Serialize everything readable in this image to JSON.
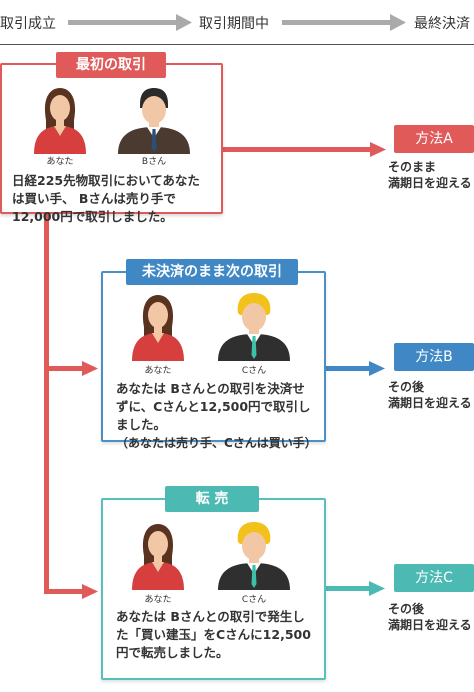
{
  "header": {
    "stages": [
      "取引成立",
      "取引期間中",
      "最終決済"
    ]
  },
  "colors": {
    "red": "#e05a5a",
    "blue": "#3f88c5",
    "teal": "#4cbab3"
  },
  "boxes": {
    "first": {
      "tag": "最初の取引",
      "person_a": "あなた",
      "person_b": "Bさん",
      "text": [
        "日経225先物取引においてあなた",
        "は買い手、 Bさんは売り手で",
        "12,000円で取引しました。"
      ]
    },
    "second": {
      "tag": "未決済のまま次の取引",
      "person_a": "あなた",
      "person_b": "Cさん",
      "text": [
        "あなたは Bさんとの取引を決済せ",
        "ずに、Cさんと12,500円で取引し",
        "ました。",
        "（あなたは売り手、Cさんは買い手）"
      ]
    },
    "third": {
      "tag": "転 売",
      "person_a": "あなた",
      "person_b": "Cさん",
      "text": [
        "あなたは Bさんとの取引で発生し",
        "た「買い建玉」をCさんに12,500",
        "円で転売しました。"
      ]
    }
  },
  "methods": {
    "a": {
      "label": "方法A",
      "desc": [
        "そのまま",
        "満期日を迎える"
      ]
    },
    "b": {
      "label": "方法B",
      "desc": [
        "その後",
        "満期日を迎える"
      ]
    },
    "c": {
      "label": "方法C",
      "desc": [
        "その後",
        "満期日を迎える"
      ]
    }
  }
}
